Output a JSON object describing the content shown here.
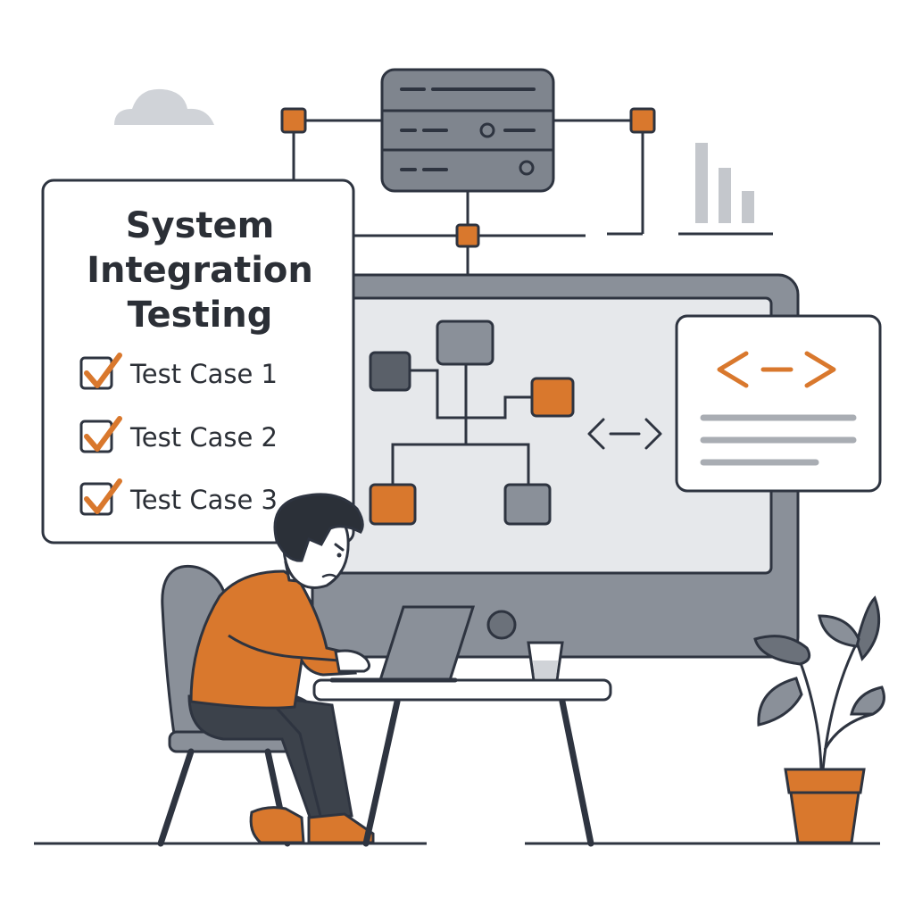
{
  "panel": {
    "title_lines": [
      "System",
      "Integration",
      "Testing"
    ],
    "checklist": [
      {
        "label": "Test Case 1",
        "checked": true
      },
      {
        "label": "Test Case 2",
        "checked": true
      },
      {
        "label": "Test Case 3",
        "checked": true
      }
    ]
  },
  "code_card": {
    "icon": "code-brackets-icon"
  },
  "colors": {
    "accent": "#d9782d",
    "dark": "#2e3440",
    "gray": "#8a9099",
    "light_gray": "#e6e8eb",
    "mid_gray": "#b8bcc2"
  }
}
